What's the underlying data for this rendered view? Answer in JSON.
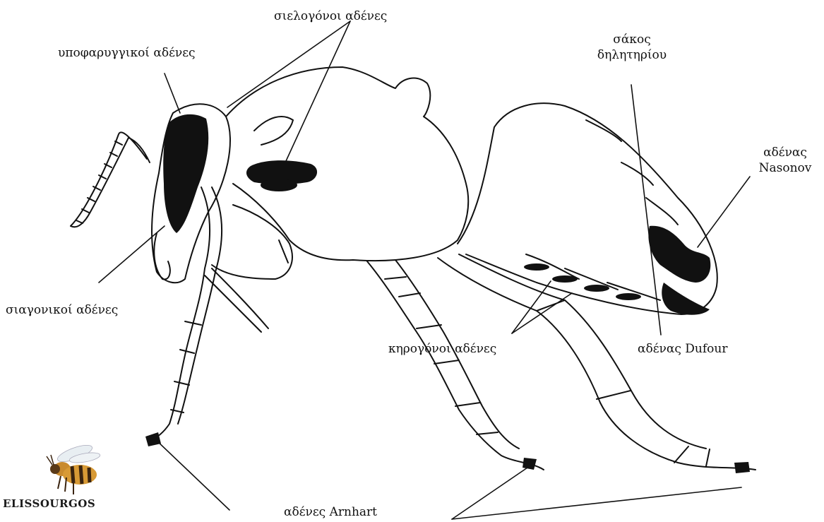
{
  "labels": {
    "salivary": "σιελογόνοι αδένες",
    "hypopharyngeal": "υποφαρυγγικοί αδένες",
    "venom_sac_line1": "σάκος",
    "venom_sac_line2": "δηλητηρίου",
    "nasonov_line1": "αδένας",
    "nasonov_line2": "Nasonov",
    "mandibular": "σιαγονικοί αδένες",
    "wax": "κηρογόνοι αδένες",
    "dufour": "αδένας Dufour",
    "arnhart": "αδένες Arnhart"
  },
  "brand": {
    "text": "ELISSOURGOS"
  },
  "colors": {
    "ink": "#111111",
    "background": "#ffffff",
    "bee_body": "#c98a2e",
    "bee_stripe": "#3a2410"
  },
  "icons": {
    "logo": "bee-icon"
  }
}
